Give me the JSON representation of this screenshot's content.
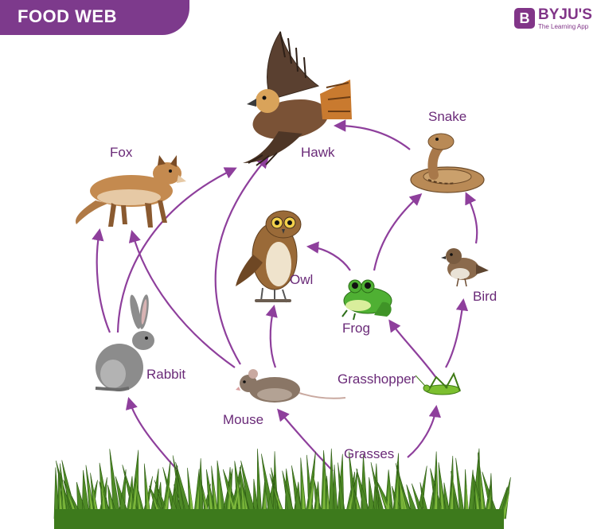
{
  "title": "FOOD WEB",
  "brand": {
    "name": "BYJU'S",
    "tagline": "The Learning App",
    "mark": "B"
  },
  "colors": {
    "accent": "#7d3a8c",
    "arrow": "#8e3f9c",
    "label": "#6a2a78",
    "grass": "#4e8a26"
  },
  "organisms": {
    "hawk": "Hawk",
    "snake": "Snake",
    "fox": "Fox",
    "owl": "Owl",
    "bird": "Bird",
    "frog": "Frog",
    "rabbit": "Rabbit",
    "grasshopper": "Grasshopper",
    "mouse": "Mouse",
    "grasses": "Grasses"
  },
  "links": [
    [
      "grasses",
      "rabbit"
    ],
    [
      "grasses",
      "mouse"
    ],
    [
      "grasses",
      "grasshopper"
    ],
    [
      "rabbit",
      "fox"
    ],
    [
      "rabbit",
      "hawk"
    ],
    [
      "mouse",
      "fox"
    ],
    [
      "mouse",
      "hawk"
    ],
    [
      "mouse",
      "owl"
    ],
    [
      "grasshopper",
      "frog"
    ],
    [
      "grasshopper",
      "bird"
    ],
    [
      "frog",
      "owl"
    ],
    [
      "frog",
      "snake"
    ],
    [
      "bird",
      "snake"
    ],
    [
      "snake",
      "hawk"
    ]
  ]
}
